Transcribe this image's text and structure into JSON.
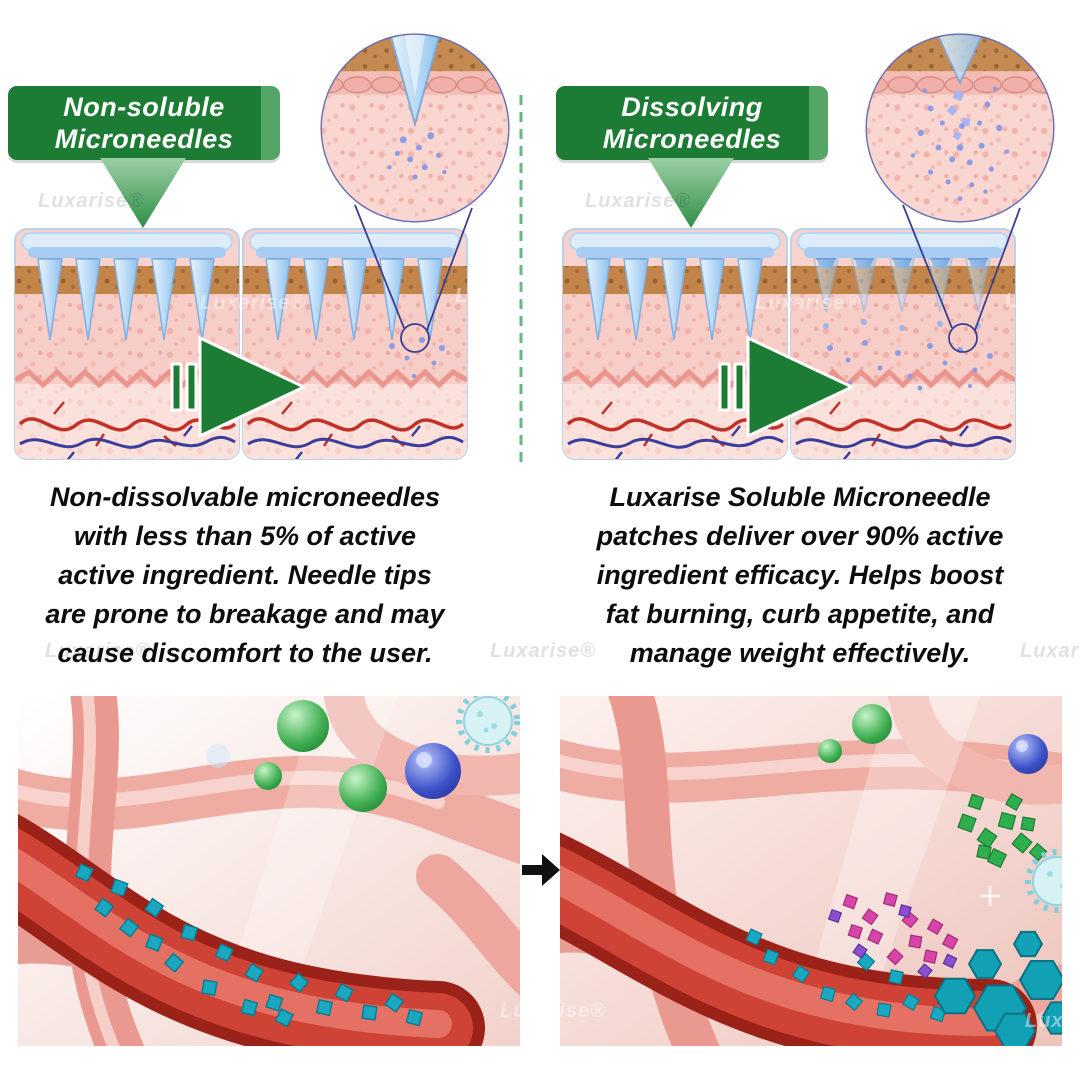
{
  "watermark": {
    "label": "Luxarise®"
  },
  "panels": {
    "left": {
      "badge_line1": "Non-soluble",
      "badge_line2": "Microneedles",
      "description_lines": [
        "Non-dissolvable microneedles",
        "with less than 5% of active",
        "active ingredient. Needle tips",
        "are prone to breakage and may",
        "cause discomfort to the user."
      ]
    },
    "right": {
      "badge_line1": "Dissolving",
      "badge_line2": "Microneedles",
      "description_lines": [
        "Luxarise Soluble Microneedle",
        "patches deliver over 90% active",
        "ingredient efficacy. Helps boost",
        "fat burning, curb appetite, and",
        "manage weight effectively."
      ]
    }
  },
  "colors": {
    "badge_green": "#1d7c33",
    "pointer_green": "#2f8f47",
    "arrow_green": "#1d7c33",
    "divider_green": "#35a455",
    "skin_pink": "#f8d3cd",
    "skin_surface_brown": "#c28449",
    "needle_blue": "#bcdcf6",
    "callout_blue": "#3a3f8f",
    "vessel_red": "#ce4336",
    "particle_teal": "#1aa7bf",
    "particle_magenta": "#d844a8",
    "particle_purple": "#8a4fd0",
    "particle_green": "#2fae4e",
    "text_black": "#0d0d0d"
  }
}
